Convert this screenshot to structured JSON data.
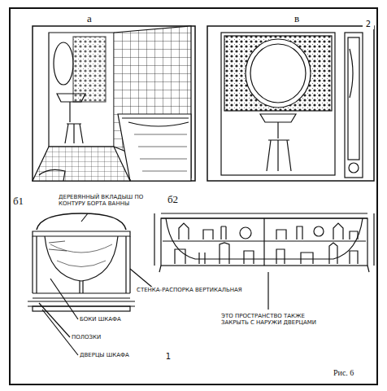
{
  "diagram": {
    "labels": [
      "а",
      "в",
      "1",
      "2",
      "б1",
      "ДЕРЕВЯННЫЙ ВКЛАДЫШ ПО КОНТУРУ БОРТА ВАННЫ",
      "б2",
      "СТЕНКА-РАСПОРКА ВЕРТИКАЛЬНАЯ",
      "БОКИ ШКАФА",
      "ПОЛОЗКИ",
      "ДВЕРЦЫ ШКАФА",
      "ЭТО ПРОСТРАНСТВО ТАКЖЕ ЗАКРЫТЬ С НАРУЖИ ДВЕРЦАМИ",
      "Рис. 6"
    ]
  }
}
